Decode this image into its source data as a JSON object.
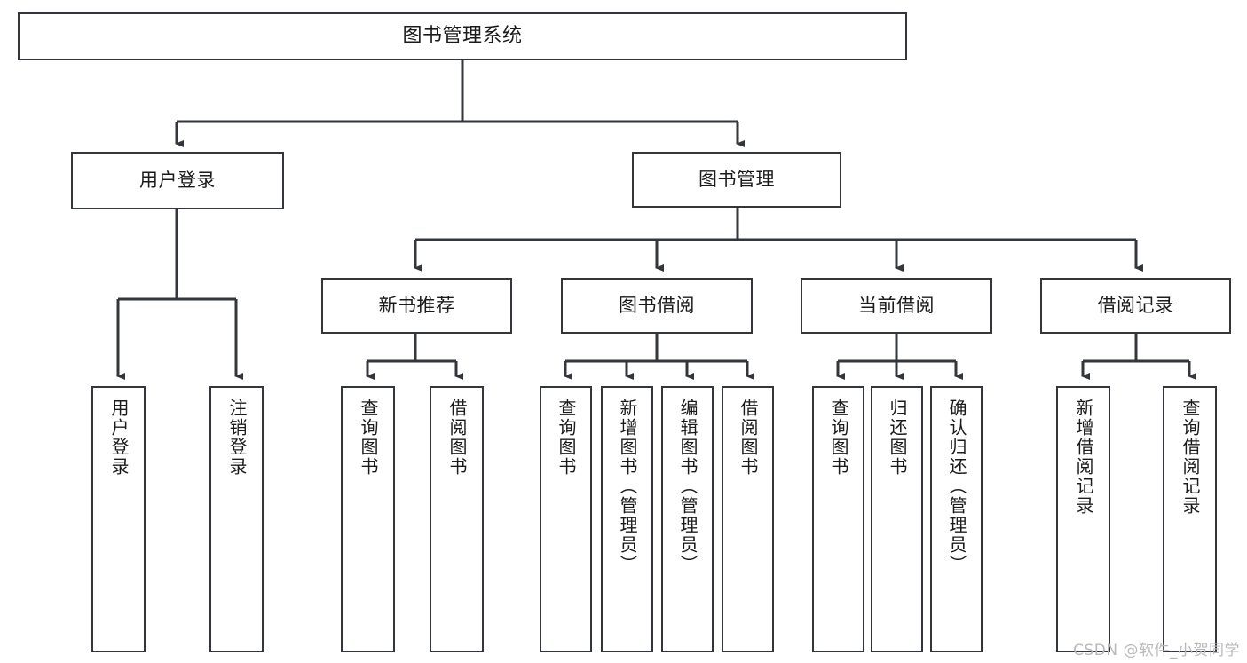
{
  "diagram": {
    "title": "图书管理系统",
    "watermark": "CSDN @软件_小贺同学",
    "colors": {
      "stroke": "#33363b",
      "fill": "#ffffff",
      "text": "#1b1b1b",
      "watermark": "#b9b9b9"
    },
    "levels": {
      "root": {
        "label": "图书管理系统"
      },
      "level2": [
        {
          "label": "用户登录"
        },
        {
          "label": "图书管理"
        }
      ],
      "level3": [
        {
          "label": "新书推荐"
        },
        {
          "label": "图书借阅"
        },
        {
          "label": "当前借阅"
        },
        {
          "label": "借阅记录"
        }
      ],
      "leaves": {
        "user_login": [
          {
            "label": "用户登录"
          },
          {
            "label": "注销登录"
          }
        ],
        "new_book": [
          {
            "label": "查询图书"
          },
          {
            "label": "借阅图书"
          }
        ],
        "book_borrow": [
          {
            "label": "查询图书"
          },
          {
            "label": "新增图书（管理员）"
          },
          {
            "label": "编辑图书（管理员）"
          },
          {
            "label": "借阅图书"
          }
        ],
        "current_borrow": [
          {
            "label": "查询图书"
          },
          {
            "label": "归还图书"
          },
          {
            "label": "确认归还（管理员）"
          }
        ],
        "borrow_record": [
          {
            "label": "新增借阅记录"
          },
          {
            "label": "查询借阅记录"
          }
        ]
      }
    }
  }
}
